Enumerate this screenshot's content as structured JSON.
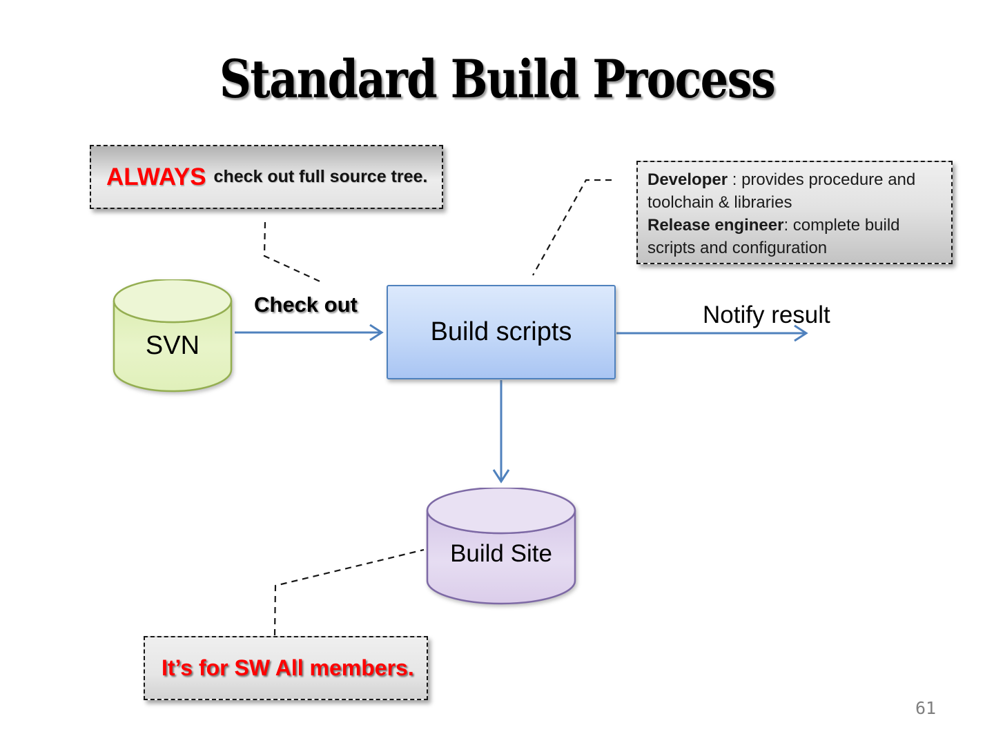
{
  "slide": {
    "title": "Standard Build Process",
    "page_number": "61"
  },
  "callouts": {
    "always": {
      "highlight": "ALWAYS",
      "rest": " check out full source tree."
    },
    "roles": {
      "lines": [
        {
          "bold": "Developer",
          "rest": " : provides procedure and toolchain & libraries"
        },
        {
          "bold": "Release engineer",
          "rest": ": complete build scripts and configuration"
        }
      ]
    },
    "members": {
      "text": "It’s for SW All members."
    }
  },
  "nodes": {
    "svn": {
      "label": "SVN",
      "shape": "cylinder",
      "color": "#e3f1c0"
    },
    "build_scripts": {
      "label": "Build scripts",
      "shape": "rectangle",
      "color": "#c3d8f8"
    },
    "build_site": {
      "label": "Build Site",
      "shape": "cylinder",
      "color": "#ded2ed"
    }
  },
  "edges": {
    "check_out": {
      "label": "Check out",
      "from": "svn",
      "to": "build_scripts"
    },
    "notify_result": {
      "label": "Notify result",
      "from": "build_scripts",
      "to": "out"
    },
    "deploy": {
      "label": "",
      "from": "build_scripts",
      "to": "build_site"
    }
  },
  "colors": {
    "arrow-blue": "#4f81bd",
    "accent-red": "#ff0000",
    "box-border": "#4f81bd",
    "svn-border": "#94ae51",
    "site-border": "#7d69a5",
    "page-number-gray": "#7f7f7f"
  }
}
